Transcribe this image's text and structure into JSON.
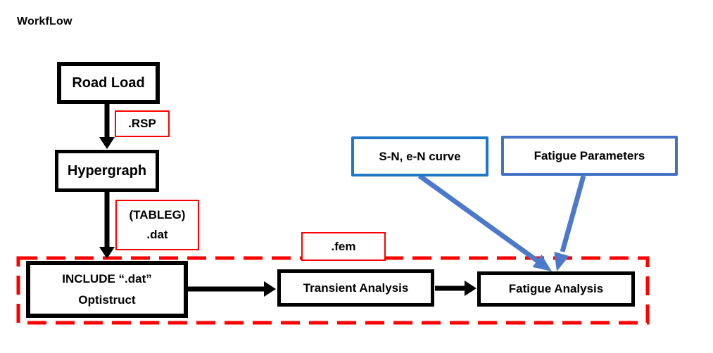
{
  "title": "WorkfLow",
  "colors": {
    "background": "#FFFFFF",
    "text": "#000000",
    "process_box_border": "#000000",
    "file_label_border": "#FF0000",
    "dashed_region_border": "#FF0000",
    "sn_curve_box_border": "#2076C7",
    "fatigue_params_box_border": "#4472C4",
    "blue_arrow": "#4D79CB",
    "black_arrow": "#000000"
  },
  "nodes": {
    "road_load": {
      "label": "Road Load"
    },
    "hypergraph": {
      "label": "Hypergraph"
    },
    "include_optistruct": {
      "line1": "INCLUDE “.dat”",
      "line2": "Optistruct"
    },
    "transient_analysis": {
      "label": "Transient Analysis"
    },
    "fatigue_analysis": {
      "label": "Fatigue Analysis"
    },
    "sn_en_curve": {
      "label": "S-N, e-N curve"
    },
    "fatigue_parameters": {
      "label": "Fatigue Parameters"
    }
  },
  "file_labels": {
    "rsp": ".RSP",
    "tableg": {
      "line1": "(TABLEG)",
      "line2": ".dat"
    },
    "fem": ".fem"
  },
  "edges": [
    {
      "from": "Road Load",
      "to": "Hypergraph",
      "style": "black"
    },
    {
      "from": "Hypergraph",
      "to": "INCLUDE “.dat” Optistruct",
      "style": "black"
    },
    {
      "from": "INCLUDE “.dat” Optistruct",
      "to": "Transient Analysis",
      "style": "black"
    },
    {
      "from": "Transient Analysis",
      "to": "Fatigue Analysis",
      "style": "black"
    },
    {
      "from": "S-N, e-N curve",
      "to": "Fatigue Analysis",
      "style": "blue"
    },
    {
      "from": "Fatigue Parameters",
      "to": "Fatigue Analysis",
      "style": "blue"
    }
  ]
}
